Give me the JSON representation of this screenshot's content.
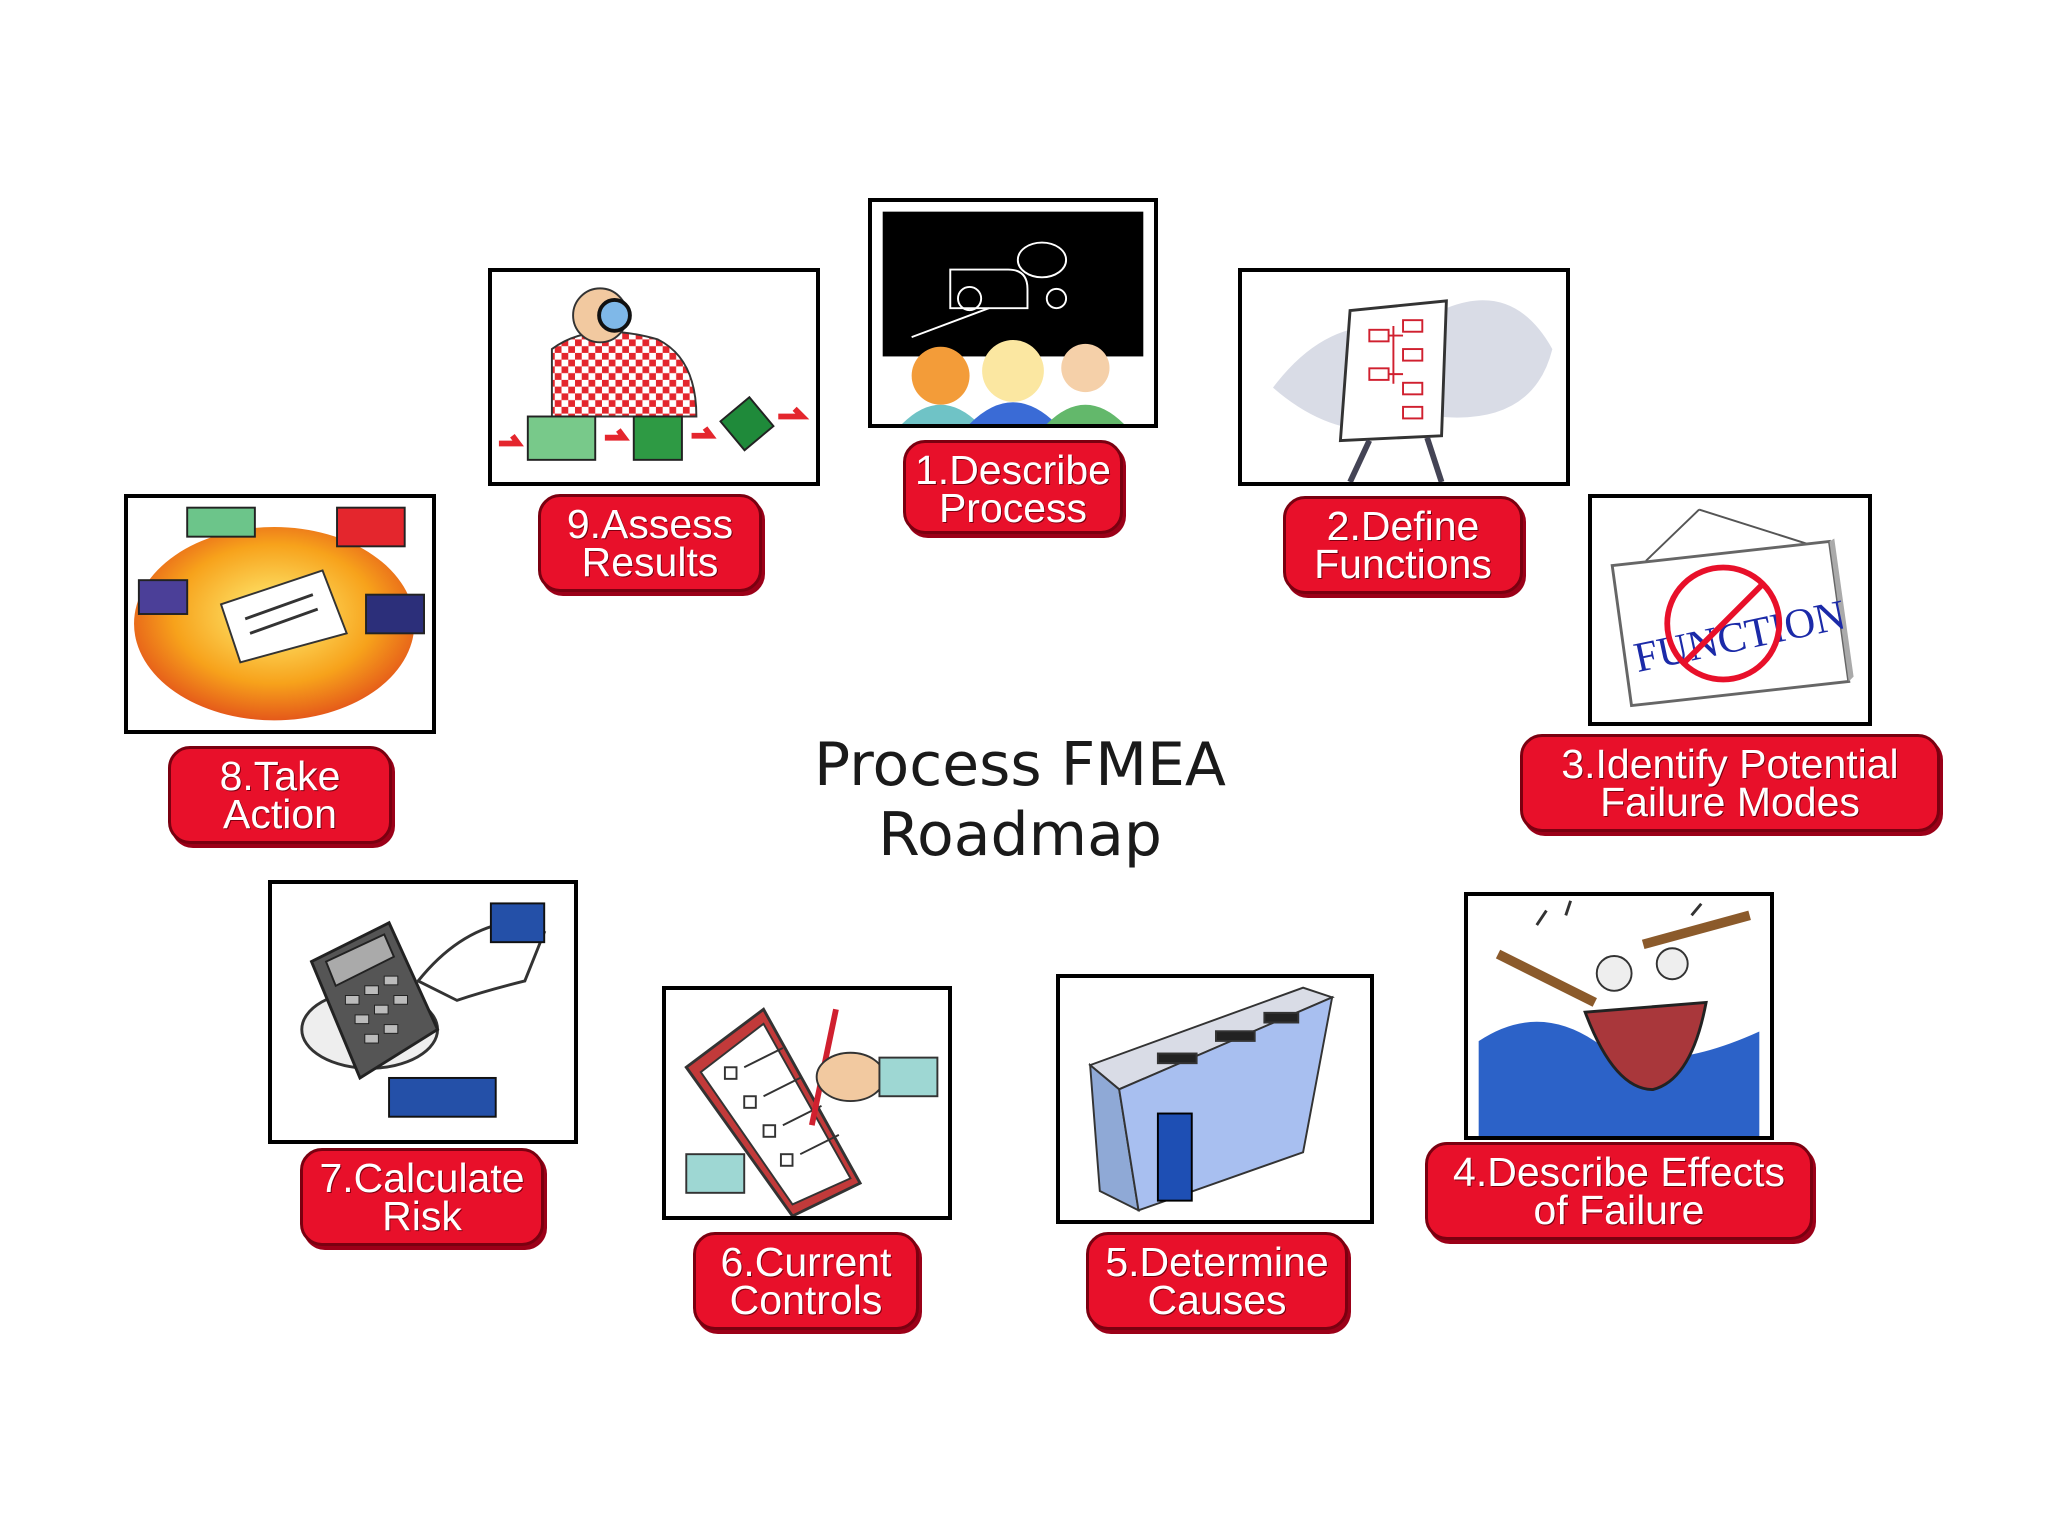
{
  "title": "Process FMEA Roadmap",
  "colors": {
    "label_red": "#e8102a",
    "label_border": "#7a0010"
  },
  "steps": [
    {
      "line1": "1.Describe",
      "line2": "Process",
      "icon": "classroom-blackboard-icon"
    },
    {
      "line1": "2.Define",
      "line2": "Functions",
      "icon": "flipchart-icon"
    },
    {
      "line1": "3.Identify Potential",
      "line2": "Failure Modes",
      "icon": "no-function-sign-icon",
      "sign_text": "FUNCTION"
    },
    {
      "line1": "4.Describe Effects",
      "line2": "of Failure",
      "icon": "sinking-boat-icon"
    },
    {
      "line1": "5.Determine",
      "line2": "Causes",
      "icon": "building-rooms-icon"
    },
    {
      "line1": "6.Current",
      "line2": "Controls",
      "icon": "checklist-clipboard-icon"
    },
    {
      "line1": "7.Calculate",
      "line2": "Risk",
      "icon": "calculator-icon"
    },
    {
      "line1": "8.Take",
      "line2": "Action",
      "icon": "hands-on-document-icon"
    },
    {
      "line1": "9.Assess",
      "line2": "Results",
      "icon": "inspector-magnifier-icon"
    }
  ]
}
